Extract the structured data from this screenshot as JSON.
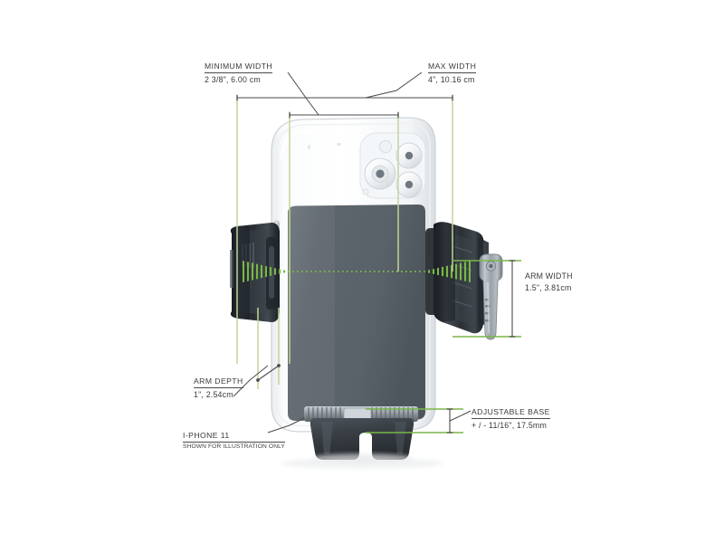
{
  "diagram": {
    "title": "Phone Mount Dimension Diagram",
    "background_color": "#ffffff",
    "accent_green": "#7ab648",
    "extension_line_color": "#c3d49a",
    "dimension_line_color": "#4a4a4c",
    "label_color": "#39393b"
  },
  "callouts": {
    "minimum_width": {
      "title": "MINIMUM  WIDTH",
      "value": "2 3/8\", 6.00 cm"
    },
    "max_width": {
      "title": "MAX  WIDTH",
      "value": "4\", 10.16 cm"
    },
    "arm_width": {
      "title": "ARM WIDTH",
      "value": "1.5\",  3.81cm"
    },
    "arm_depth": {
      "title": "ARM DEPTH",
      "value": "1\",  2.54cm"
    },
    "adjustable_base": {
      "title": "ADJUSTABLE BASE",
      "value": "+ / - 11/16\", 17.5mm"
    },
    "phone_note": {
      "title": "I-PHONE 11",
      "subnote": "SHOWN FOR ILLUSTRATION ONLY"
    }
  },
  "product": {
    "device_name": "universal phone mount cradle",
    "phone_model": "iPhone 11",
    "phone_case": "clear case",
    "grip_color": "#2f3337",
    "screen_color": "#5d646b",
    "base_color": "#3c4247",
    "key_color": "#9aa1a8",
    "accessory": "key shown for scale"
  },
  "measurements": [
    {
      "name": "minimum-width",
      "inches": "2 3/8\"",
      "metric": "6.00 cm"
    },
    {
      "name": "max-width",
      "inches": "4\"",
      "metric": "10.16 cm"
    },
    {
      "name": "arm-width",
      "inches": "1.5\"",
      "metric": "3.81cm"
    },
    {
      "name": "arm-depth",
      "inches": "1\"",
      "metric": "2.54cm"
    },
    {
      "name": "adjustable-base",
      "inches": "+ / - 11/16\"",
      "metric": "17.5mm"
    }
  ]
}
